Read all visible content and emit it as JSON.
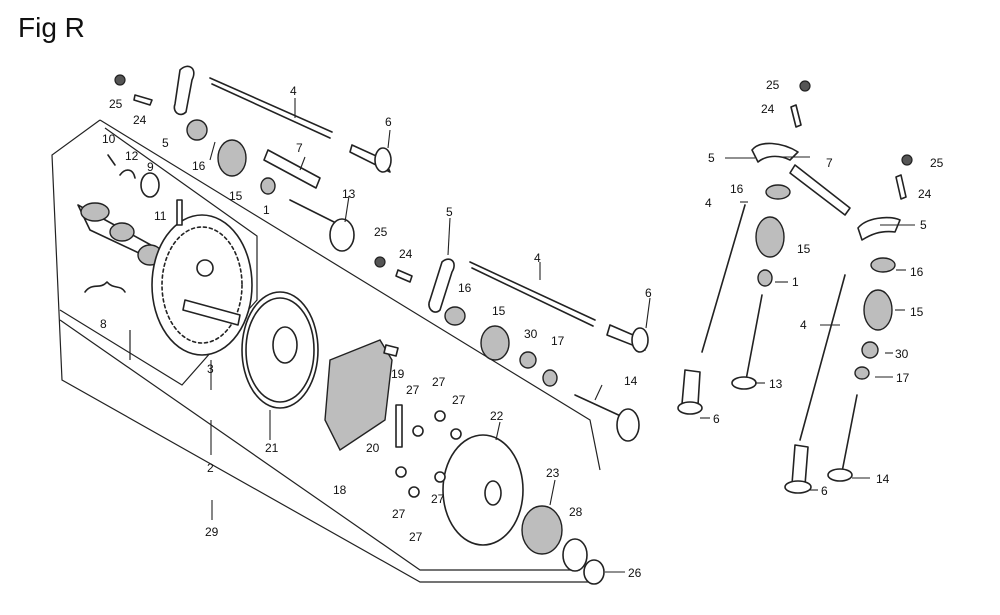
{
  "title": "Fig R",
  "callouts": [
    {
      "id": "c25a",
      "text": "25"
    },
    {
      "id": "c24a",
      "text": "24"
    },
    {
      "id": "c5a",
      "text": "5"
    },
    {
      "id": "c4a",
      "text": "4"
    },
    {
      "id": "c6a",
      "text": "6"
    },
    {
      "id": "c7a",
      "text": "7"
    },
    {
      "id": "c16a",
      "text": "16"
    },
    {
      "id": "c15a",
      "text": "15"
    },
    {
      "id": "c1a",
      "text": "1"
    },
    {
      "id": "c13a",
      "text": "13"
    },
    {
      "id": "c10",
      "text": "10"
    },
    {
      "id": "c12",
      "text": "12"
    },
    {
      "id": "c9",
      "text": "9"
    },
    {
      "id": "c11",
      "text": "11"
    },
    {
      "id": "c8",
      "text": "8"
    },
    {
      "id": "c3",
      "text": "3"
    },
    {
      "id": "c2",
      "text": "2"
    },
    {
      "id": "c29",
      "text": "29"
    },
    {
      "id": "c21",
      "text": "21"
    },
    {
      "id": "c25b",
      "text": "25"
    },
    {
      "id": "c24b",
      "text": "24"
    },
    {
      "id": "c5b",
      "text": "5"
    },
    {
      "id": "c16b",
      "text": "16"
    },
    {
      "id": "c4b",
      "text": "4"
    },
    {
      "id": "c6b",
      "text": "6"
    },
    {
      "id": "c15b",
      "text": "15"
    },
    {
      "id": "c30a",
      "text": "30"
    },
    {
      "id": "c17a",
      "text": "17"
    },
    {
      "id": "c19",
      "text": "19"
    },
    {
      "id": "c27a",
      "text": "27"
    },
    {
      "id": "c27b",
      "text": "27"
    },
    {
      "id": "c27c",
      "text": "27"
    },
    {
      "id": "c14a",
      "text": "14"
    },
    {
      "id": "c22",
      "text": "22"
    },
    {
      "id": "c20",
      "text": "20"
    },
    {
      "id": "c18",
      "text": "18"
    },
    {
      "id": "c23",
      "text": "23"
    },
    {
      "id": "c27d",
      "text": "27"
    },
    {
      "id": "c28",
      "text": "28"
    },
    {
      "id": "c27e",
      "text": "27"
    },
    {
      "id": "c27f",
      "text": "27"
    },
    {
      "id": "c26",
      "text": "26"
    },
    {
      "id": "c25c",
      "text": "25"
    },
    {
      "id": "c24c",
      "text": "24"
    },
    {
      "id": "c5c",
      "text": "5"
    },
    {
      "id": "c7b",
      "text": "7"
    },
    {
      "id": "c25d",
      "text": "25"
    },
    {
      "id": "c16c",
      "text": "16"
    },
    {
      "id": "c4c",
      "text": "4"
    },
    {
      "id": "c24d",
      "text": "24"
    },
    {
      "id": "c5d",
      "text": "5"
    },
    {
      "id": "c15c",
      "text": "15"
    },
    {
      "id": "c1b",
      "text": "1"
    },
    {
      "id": "c16d",
      "text": "16"
    },
    {
      "id": "c4d",
      "text": "4"
    },
    {
      "id": "c15d",
      "text": "15"
    },
    {
      "id": "c13b",
      "text": "13"
    },
    {
      "id": "c30b",
      "text": "30"
    },
    {
      "id": "c17b",
      "text": "17"
    },
    {
      "id": "c6c",
      "text": "6"
    },
    {
      "id": "c6d",
      "text": "6"
    },
    {
      "id": "c14b",
      "text": "14"
    }
  ]
}
